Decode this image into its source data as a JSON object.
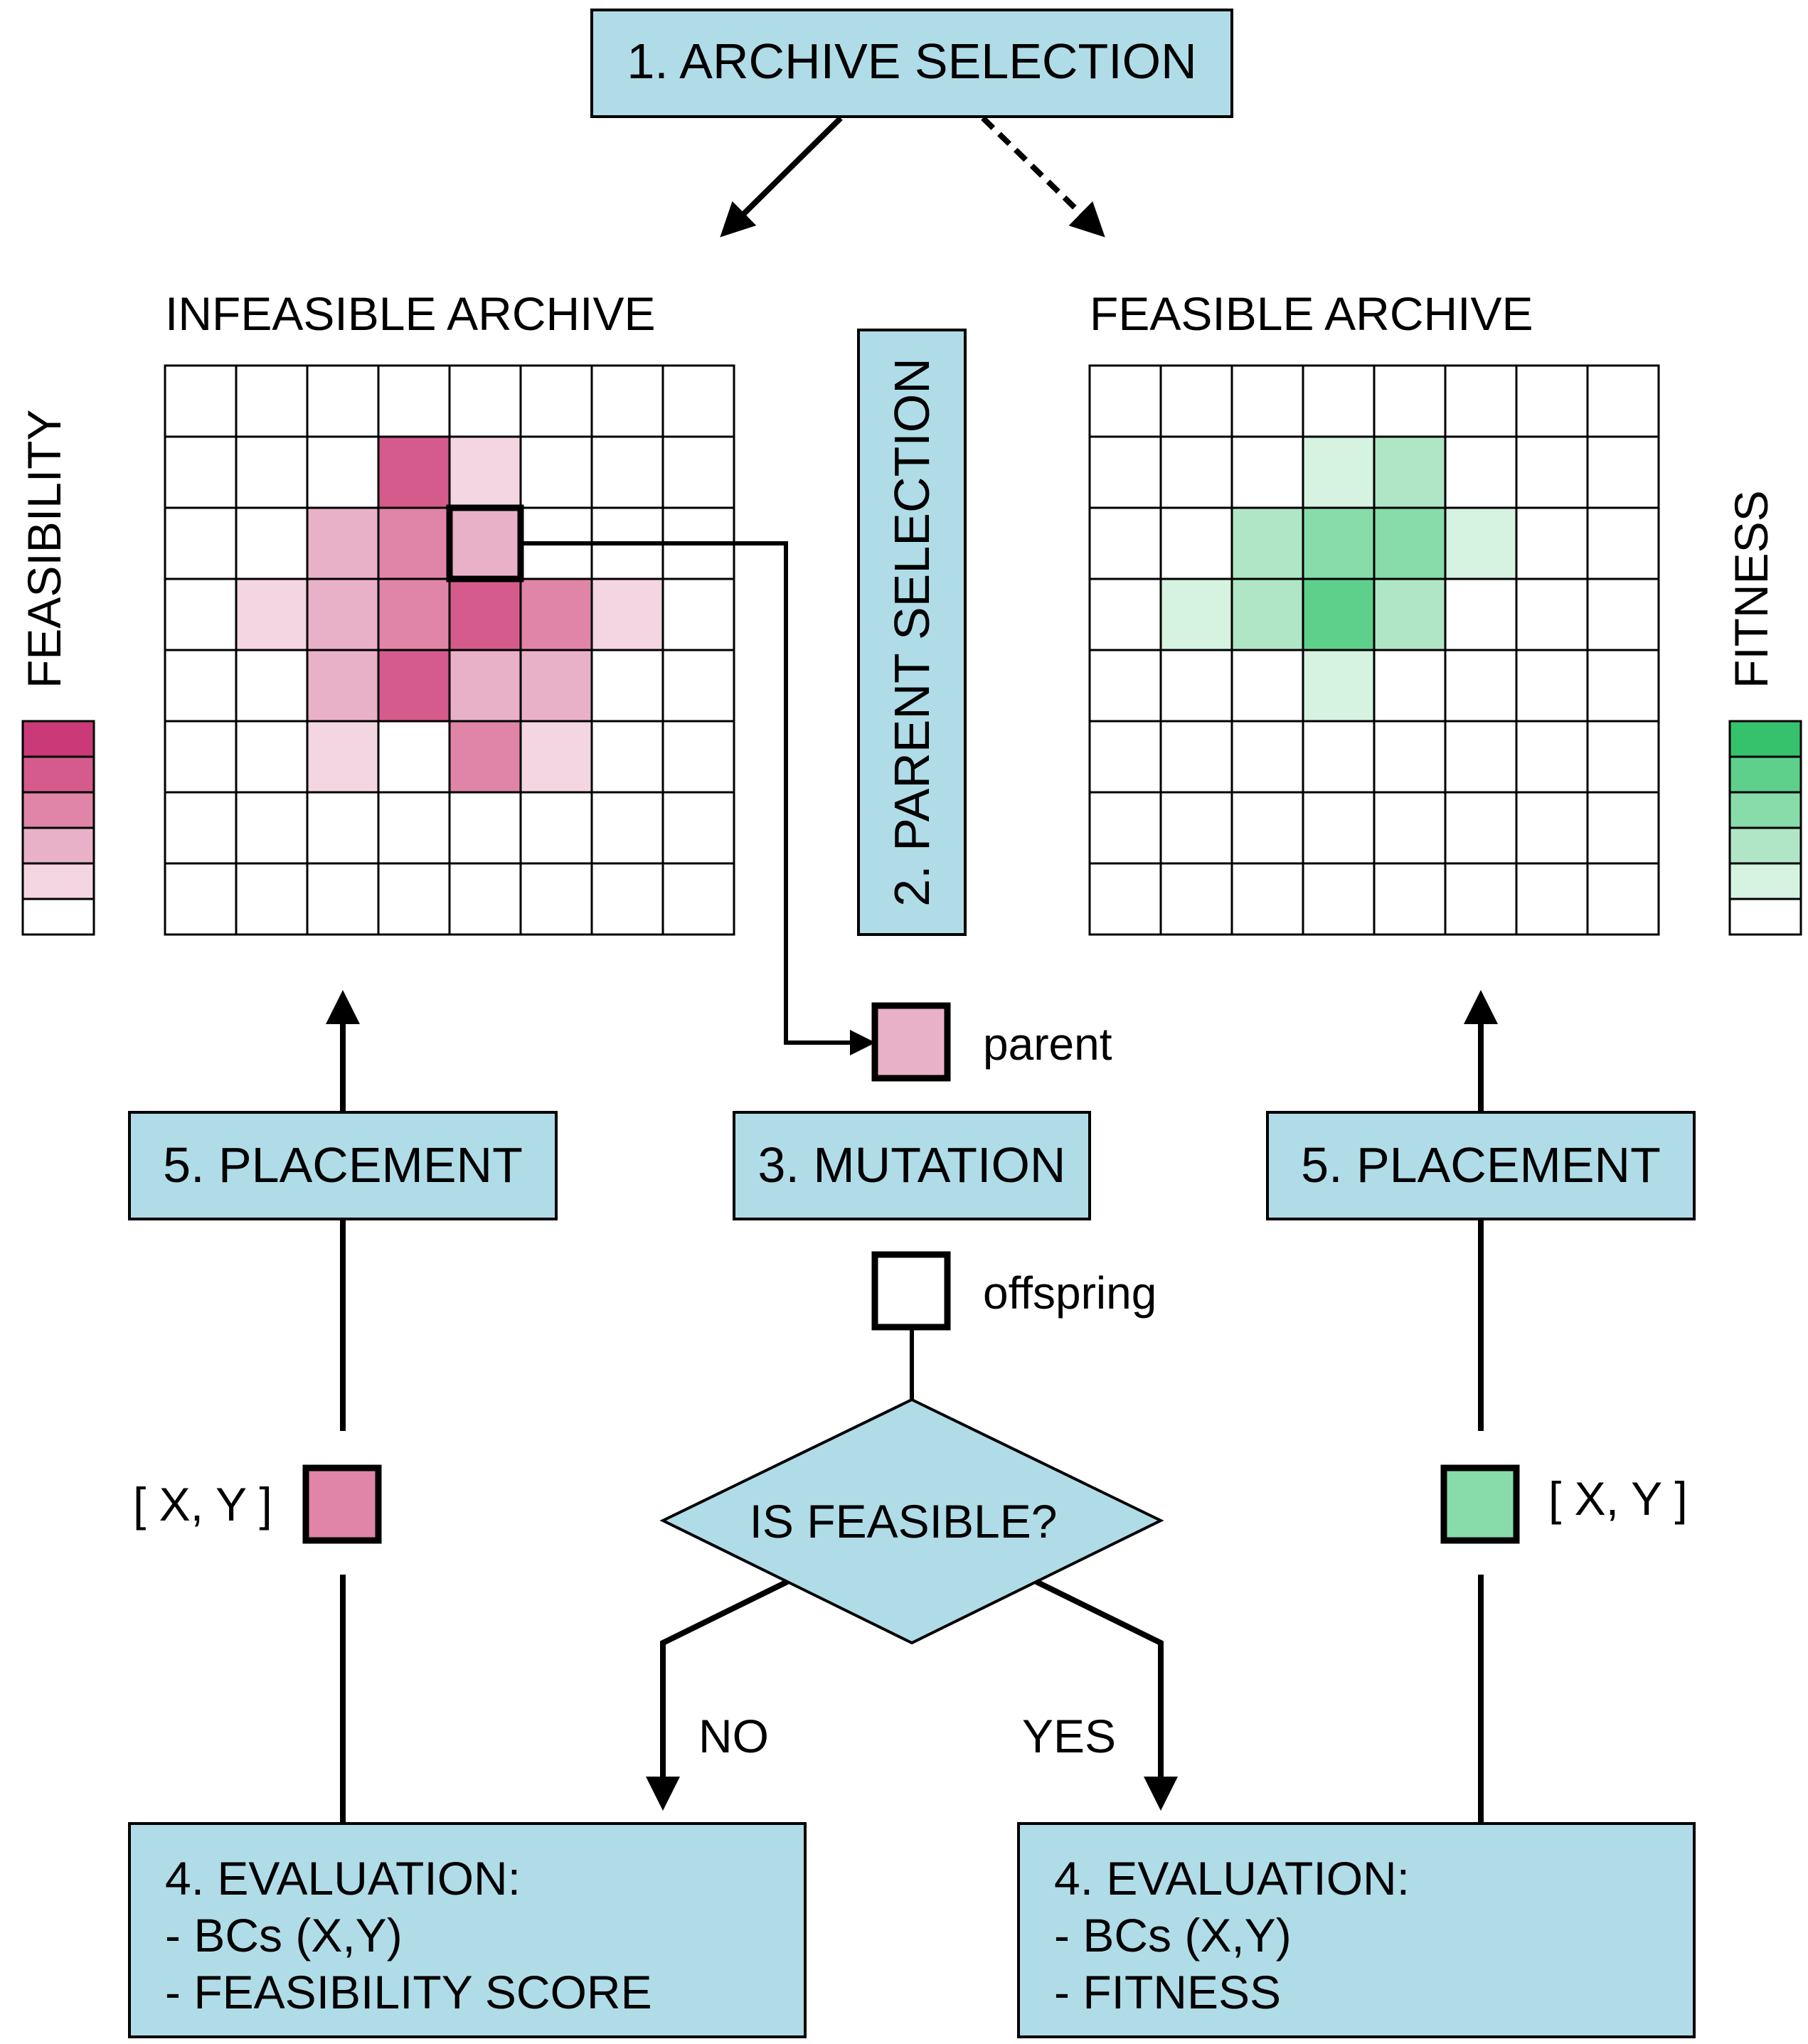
{
  "colors": {
    "box_fill": "#b0dce8",
    "stroke": "#000000",
    "infeasible_scale": [
      "#ffffff",
      "#f4d6e2",
      "#e9b1c8",
      "#e085a7",
      "#d45b8c",
      "#cb3a78"
    ],
    "feasible_scale": [
      "#ffffff",
      "#d6f2e1",
      "#b0e6c5",
      "#88dcaa",
      "#5ed08c",
      "#36c26c"
    ]
  },
  "steps": {
    "archive_selection": "1. ARCHIVE SELECTION",
    "parent_selection": "2. PARENT SELECTION",
    "mutation": "3. MUTATION",
    "placement_left": "5. PLACEMENT",
    "placement_right": "5. PLACEMENT",
    "decision": "IS FEASIBLE?",
    "branch_no": "NO",
    "branch_yes": "YES"
  },
  "archives": {
    "infeasible": {
      "title": "INFEASIBLE ARCHIVE",
      "scale_label": "FEASIBILITY",
      "cells": [
        [
          0,
          0,
          0,
          0,
          0,
          0,
          0,
          0
        ],
        [
          0,
          0,
          0,
          4,
          1,
          0,
          0,
          0
        ],
        [
          0,
          0,
          2,
          3,
          2,
          0,
          0,
          0
        ],
        [
          0,
          1,
          2,
          3,
          4,
          3,
          1,
          0
        ],
        [
          0,
          0,
          2,
          4,
          2,
          2,
          0,
          0
        ],
        [
          0,
          0,
          1,
          0,
          3,
          1,
          0,
          0
        ],
        [
          0,
          0,
          0,
          0,
          0,
          0,
          0,
          0
        ],
        [
          0,
          0,
          0,
          0,
          0,
          0,
          0,
          0
        ]
      ],
      "selected_cell": {
        "row": 2,
        "col": 4
      }
    },
    "feasible": {
      "title": "FEASIBLE ARCHIVE",
      "scale_label": "FITNESS",
      "cells": [
        [
          0,
          0,
          0,
          0,
          0,
          0,
          0,
          0
        ],
        [
          0,
          0,
          0,
          1,
          2,
          0,
          0,
          0
        ],
        [
          0,
          0,
          2,
          3,
          3,
          1,
          0,
          0
        ],
        [
          0,
          1,
          2,
          4,
          2,
          0,
          0,
          0
        ],
        [
          0,
          0,
          0,
          1,
          0,
          0,
          0,
          0
        ],
        [
          0,
          0,
          0,
          0,
          0,
          0,
          0,
          0
        ],
        [
          0,
          0,
          0,
          0,
          0,
          0,
          0,
          0
        ],
        [
          0,
          0,
          0,
          0,
          0,
          0,
          0,
          0
        ]
      ]
    }
  },
  "individuals": {
    "parent": "parent",
    "offspring": "offspring",
    "coords_left": "[ X, Y ]",
    "coords_right": "[ X, Y ]"
  },
  "evaluation_left": {
    "title": "4. EVALUATION:",
    "line1": "- BCs (X,Y)",
    "line2": "- FEASIBILITY SCORE"
  },
  "evaluation_right": {
    "title": "4. EVALUATION:",
    "line1": "- BCs (X,Y)",
    "line2": "- FITNESS"
  }
}
